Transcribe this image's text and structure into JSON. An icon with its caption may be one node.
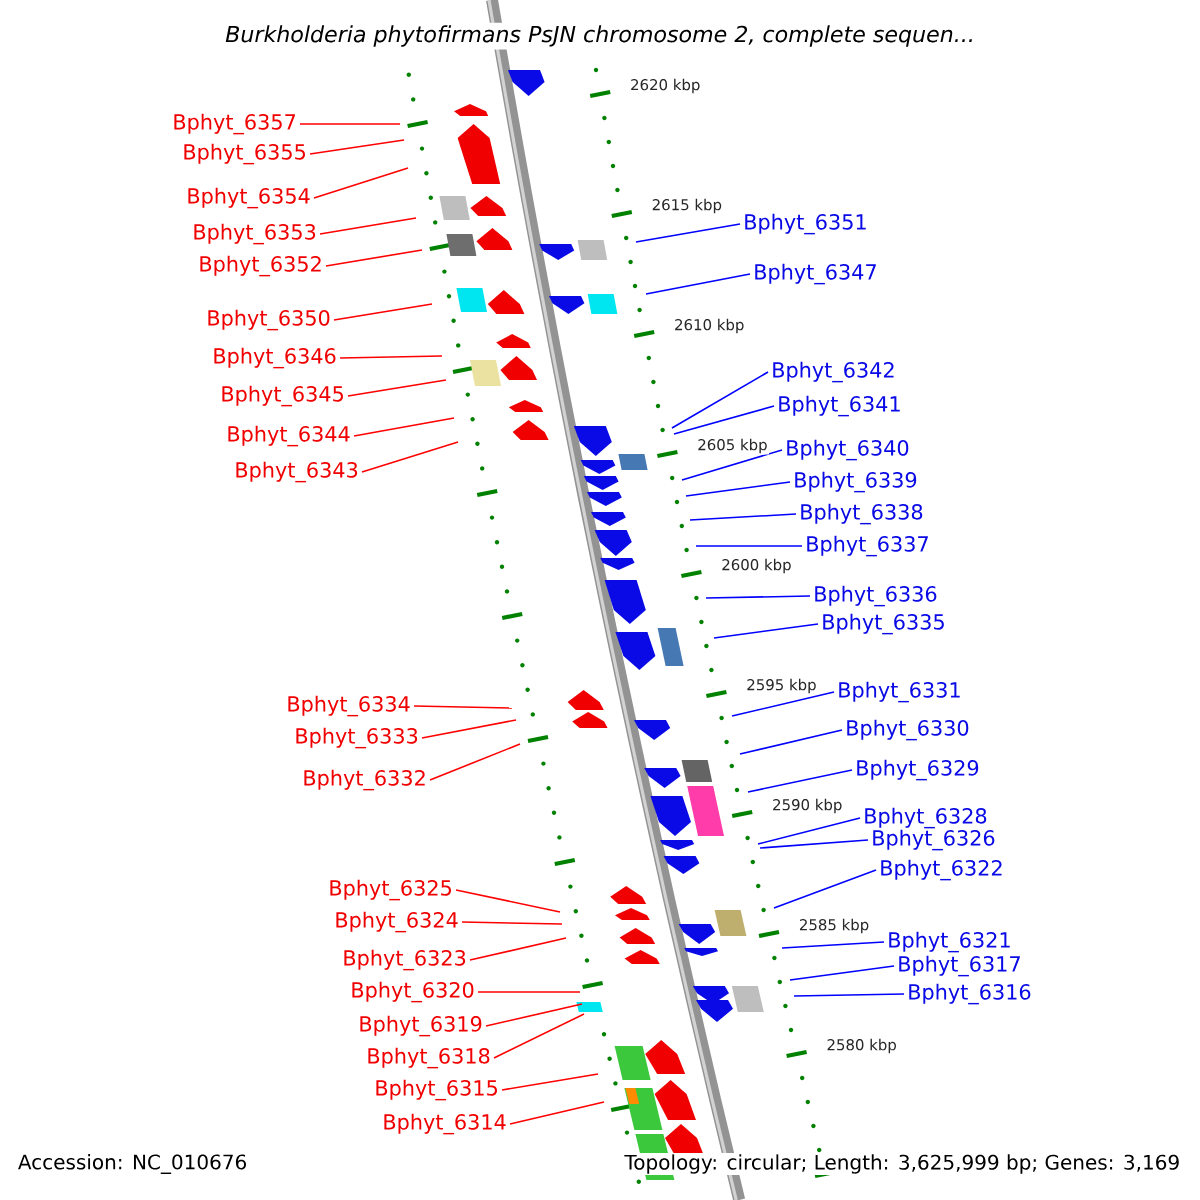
{
  "diagram": {
    "title": "Burkholderia phytofirmans PsJN chromosome 2, complete sequen...",
    "nodes": [
      {
        "text": [
          "Bphyt_6357"
        ]
      },
      {
        "text": [
          "Bphyt_6355"
        ]
      },
      {
        "text": [
          "Bphyt_6354"
        ]
      },
      {
        "text": [
          "Bphyt_6353"
        ]
      },
      {
        "text": [
          "Bphyt_6352"
        ]
      },
      {
        "text": [
          "Bphyt_6350"
        ]
      },
      {
        "text": [
          "Bphyt_6346"
        ]
      },
      {
        "text": [
          "Bphyt_6345"
        ]
      },
      {
        "text": [
          "Bphyt_6344"
        ]
      },
      {
        "text": [
          "Bphyt_6343"
        ]
      },
      {
        "text": [
          "Bphyt_6334"
        ]
      },
      {
        "text": [
          "Bphyt_6333"
        ]
      },
      {
        "text": [
          "Bphyt_6332"
        ]
      },
      {
        "text": [
          "Bphyt_6325"
        ]
      },
      {
        "text": [
          "Bphyt_6324"
        ]
      },
      {
        "text": [
          "Bphyt_6323"
        ]
      },
      {
        "text": [
          "Bphyt_6320"
        ]
      },
      {
        "text": [
          "Bphyt_6319"
        ]
      },
      {
        "text": [
          "Bphyt_6318"
        ]
      },
      {
        "text": [
          "Bphyt_6315"
        ]
      },
      {
        "text": [
          "Bphyt_6314"
        ]
      },
      {
        "text": [
          "Bphyt_6351"
        ]
      },
      {
        "text": [
          "Bphyt_6347"
        ]
      },
      {
        "text": [
          "Bphyt_6342"
        ]
      },
      {
        "text": [
          "Bphyt_6341"
        ]
      },
      {
        "text": [
          "Bphyt_6340"
        ]
      },
      {
        "text": [
          "Bphyt_6339"
        ]
      },
      {
        "text": [
          "Bphyt_6338"
        ]
      },
      {
        "text": [
          "Bphyt_6337"
        ]
      },
      {
        "text": [
          "Bphyt_6336"
        ]
      },
      {
        "text": [
          "Bphyt_6335"
        ]
      },
      {
        "text": [
          "Bphyt_6331"
        ]
      },
      {
        "text": [
          "Bphyt_6330"
        ]
      },
      {
        "text": [
          "Bphyt_6329"
        ]
      },
      {
        "text": [
          "Bphyt_6328"
        ]
      },
      {
        "text": [
          "Bphyt_6326"
        ]
      },
      {
        "text": [
          "Bphyt_6322"
        ]
      },
      {
        "text": [
          "Bphyt_6321"
        ]
      },
      {
        "text": [
          "Bphyt_6317"
        ]
      },
      {
        "text": [
          "Bphyt_6316"
        ]
      }
    ],
    "edges": [
      {
        "from": 0,
        "to": null,
        "arrow": "none",
        "color": "#ff0000"
      },
      {
        "from": 1,
        "to": null,
        "arrow": "none",
        "color": "#ff0000"
      },
      {
        "from": 2,
        "to": null,
        "arrow": "none",
        "color": "#ff0000"
      },
      {
        "from": 3,
        "to": null,
        "arrow": "none",
        "color": "#ff0000"
      },
      {
        "from": 4,
        "to": null,
        "arrow": "none",
        "color": "#ff0000"
      },
      {
        "from": 5,
        "to": null,
        "arrow": "none",
        "color": "#ff0000"
      },
      {
        "from": 6,
        "to": null,
        "arrow": "none",
        "color": "#ff0000"
      },
      {
        "from": 7,
        "to": null,
        "arrow": "none",
        "color": "#ff0000"
      },
      {
        "from": 8,
        "to": null,
        "arrow": "none",
        "color": "#ff0000"
      },
      {
        "from": 9,
        "to": null,
        "arrow": "none",
        "color": "#ff0000"
      },
      {
        "from": 10,
        "to": null,
        "arrow": "none",
        "color": "#ff0000"
      },
      {
        "from": 11,
        "to": null,
        "arrow": "none",
        "color": "#ff0000"
      },
      {
        "from": 12,
        "to": null,
        "arrow": "none",
        "color": "#ff0000"
      },
      {
        "from": 13,
        "to": null,
        "arrow": "none",
        "color": "#ff0000"
      },
      {
        "from": 14,
        "to": null,
        "arrow": "none",
        "color": "#ff0000"
      },
      {
        "from": 15,
        "to": null,
        "arrow": "none",
        "color": "#ff0000"
      },
      {
        "from": 16,
        "to": null,
        "arrow": "none",
        "color": "#ff0000"
      },
      {
        "from": 17,
        "to": null,
        "arrow": "none",
        "color": "#ff0000"
      },
      {
        "from": 18,
        "to": null,
        "arrow": "none",
        "color": "#ff0000"
      },
      {
        "from": 19,
        "to": null,
        "arrow": "none",
        "color": "#ff0000"
      },
      {
        "from": 20,
        "to": null,
        "arrow": "none",
        "color": "#ff0000"
      },
      {
        "from": 21,
        "to": null,
        "arrow": "none",
        "color": "#0000ff"
      },
      {
        "from": 22,
        "to": null,
        "arrow": "none",
        "color": "#0000ff"
      },
      {
        "from": 23,
        "to": null,
        "arrow": "none",
        "color": "#0000ff"
      },
      {
        "from": 24,
        "to": null,
        "arrow": "none",
        "color": "#0000ff"
      },
      {
        "from": 25,
        "to": null,
        "arrow": "none",
        "color": "#0000ff"
      },
      {
        "from": 26,
        "to": null,
        "arrow": "none",
        "color": "#0000ff"
      },
      {
        "from": 27,
        "to": null,
        "arrow": "none",
        "color": "#0000ff"
      },
      {
        "from": 28,
        "to": null,
        "arrow": "none",
        "color": "#0000ff"
      },
      {
        "from": 29,
        "to": null,
        "arrow": "none",
        "color": "#0000ff"
      },
      {
        "from": 30,
        "to": null,
        "arrow": "none",
        "color": "#0000ff"
      },
      {
        "from": 31,
        "to": null,
        "arrow": "none",
        "color": "#0000ff"
      },
      {
        "from": 32,
        "to": null,
        "arrow": "none",
        "color": "#0000ff"
      },
      {
        "from": 33,
        "to": null,
        "arrow": "none",
        "color": "#0000ff"
      },
      {
        "from": 34,
        "to": null,
        "arrow": "none",
        "color": "#0000ff"
      },
      {
        "from": 35,
        "to": null,
        "arrow": "none",
        "color": "#0000ff"
      },
      {
        "from": 36,
        "to": null,
        "arrow": "none",
        "color": "#0000ff"
      },
      {
        "from": 37,
        "to": null,
        "arrow": "none",
        "color": "#0000ff"
      },
      {
        "from": 38,
        "to": null,
        "arrow": "none",
        "color": "#0000ff"
      },
      {
        "from": 39,
        "to": null,
        "arrow": "none",
        "color": "#0000ff"
      }
    ],
    "labels": [
      "2620 kbp",
      "2615 kbp",
      "2610 kbp",
      "2605 kbp",
      "2600 kbp",
      "2595 kbp",
      "2590 kbp",
      "2585 kbp",
      "2580 kbp",
      "Accession: NC_010676",
      "Topology: circular; Length: 3,625,999 bp; Genes: 3,169"
    ]
  }
}
